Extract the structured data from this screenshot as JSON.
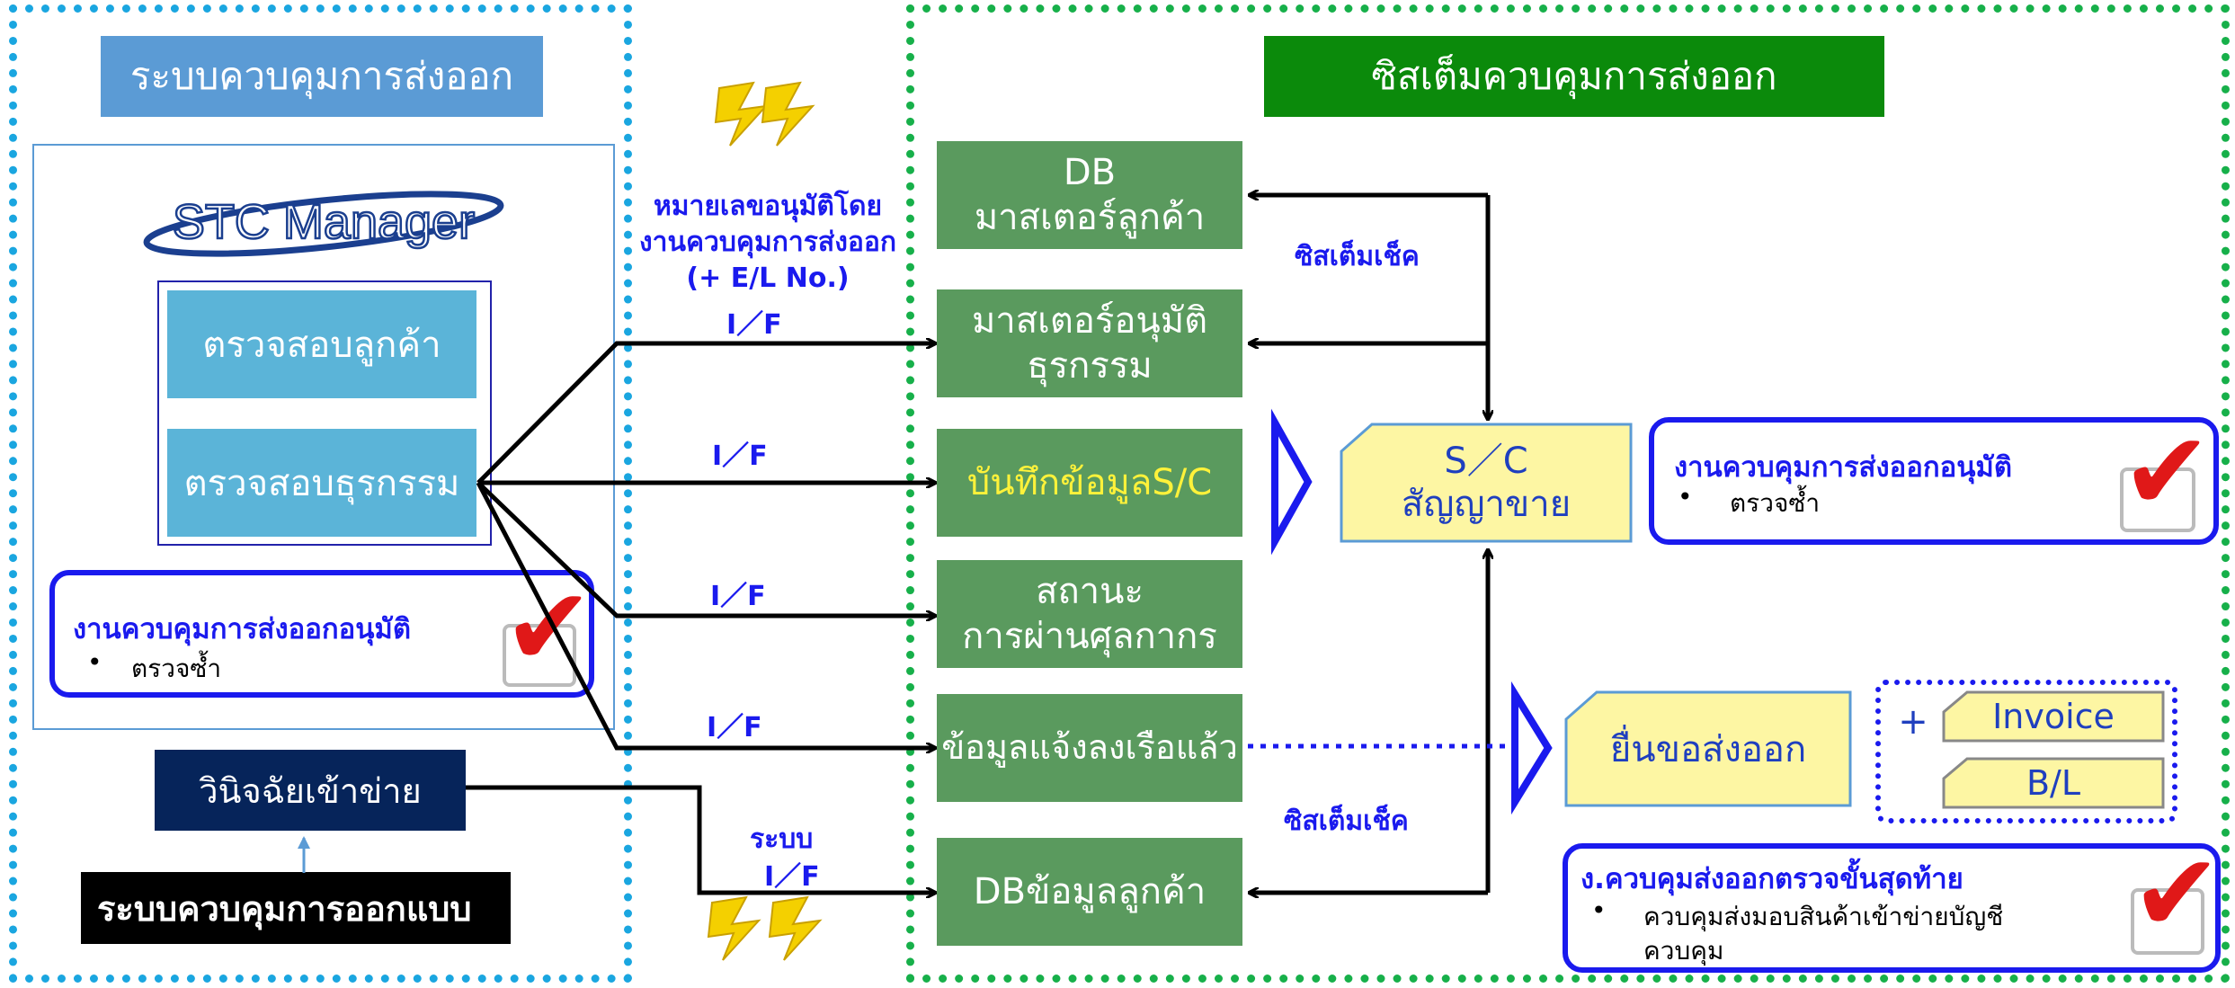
{
  "left_title": "ระบบควบคุมการส่งออก",
  "right_title": "ซิสเต็มควบคุมการส่งออก",
  "stc_logo_text": "STC Manager",
  "left_buttons": {
    "check_customer": "ตรวจสอบลูกค้า",
    "check_transaction": "ตรวจสอบธุรกรรม"
  },
  "approval_left": {
    "title": "งานควบคุมการส่งออกอนุมัติ",
    "bullet": "•",
    "item": "ตรวจซ้ำ"
  },
  "judge_box": "วินิจฉัยเข้าข่าย",
  "black_box": "ระบบควบคุมการออกแบบ",
  "approval_number_label": {
    "line1": "หมายเลขอนุมัติโดย",
    "line2": "งานควบคุมการส่งออก",
    "line3": "(+ E/L No.)"
  },
  "if_label": "I／F",
  "system_label": "ระบบ",
  "green_boxes": {
    "db_master": {
      "line1": "DB",
      "line2": "มาสเตอร์ลูกค้า"
    },
    "approval_master": {
      "line1": "มาสเตอร์อนุมัติ",
      "line2": "ธุรกรรม"
    },
    "record_sc": {
      "prefix": "บันทึกข้อมูล",
      "suffix": "S/C"
    },
    "customs_status": {
      "line1": "สถานะ",
      "line2": "การผ่านศุลกากร"
    },
    "shipped_info": "ข้อมูลแจ้งลงเรือแล้ว",
    "db_customer": "DBข้อมูลลูกค้า"
  },
  "system_check_label": "ซิสเต็มเช็ค",
  "sc_box": {
    "line1": "S／C",
    "line2": "สัญญาขาย"
  },
  "approval_right": {
    "title": "งานควบคุมการส่งออกอนุมัติ",
    "bullet": "•",
    "item": "ตรวจซ้ำ"
  },
  "export_request": "ยื่นขอส่งออก",
  "plus_sign": "+",
  "invoice": "Invoice",
  "bl": "B/L",
  "final_check": {
    "title": "ง.ควบคุมส่งออกตรวจขั้นสุดท้าย",
    "bullet": "•",
    "item_line1": "ควบคุมส่งมอบสินค้าเข้าข่ายบัญชี",
    "item_line2": "ควบคุม"
  },
  "check_mark": "✔",
  "colors": {
    "left_border": "#1aa6e0",
    "right_border": "#17b04a",
    "title_blue": "#5b9bd5",
    "title_green": "#0b8a0b",
    "green_box": "#5a9a5e",
    "yellow_box": "#fdf6a3",
    "approval_border": "#1a1aee",
    "check": "#e01818",
    "lightning": "#f4d000"
  }
}
